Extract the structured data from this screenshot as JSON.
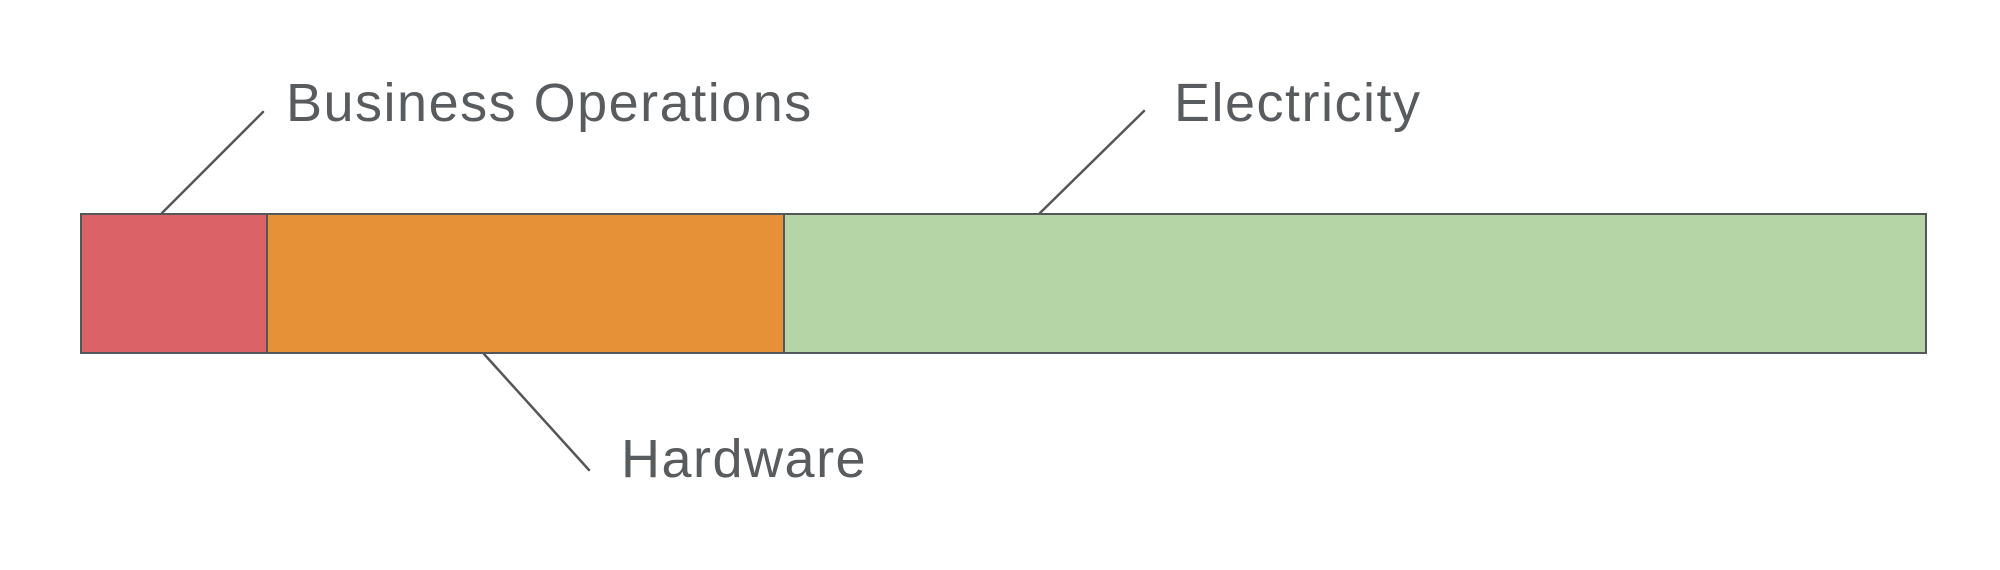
{
  "chart_data": {
    "type": "bar",
    "variant": "single-horizontal-stacked-bar",
    "title": "",
    "axes": "none",
    "legend": "none",
    "data_labels": "callout-labels-with-leader-lines",
    "categories": [
      "Business Operations",
      "Hardware",
      "Electricity"
    ],
    "values": [
      10,
      28,
      62
    ],
    "values_note": "share_percent_of_bar_width_estimated_from_pixels",
    "segments": [
      {
        "label": "Business Operations",
        "share_percent": 10,
        "color": "#db6367"
      },
      {
        "label": "Hardware",
        "share_percent": 28,
        "color": "#e69138"
      },
      {
        "label": "Electricity",
        "share_percent": 62,
        "color": "#b5d5a6"
      }
    ]
  },
  "colors": {
    "background": "#ffffff",
    "outline": "#54575a",
    "label_text": "#595c5e"
  }
}
